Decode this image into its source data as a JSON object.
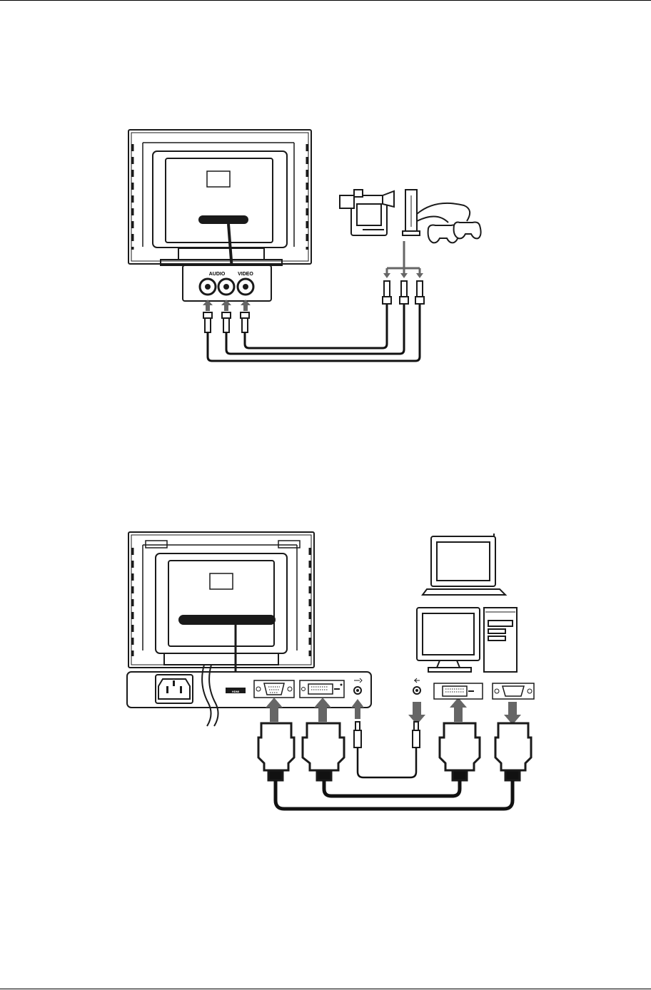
{
  "figure_top": {
    "panel_labels": {
      "audio": "AUDIO",
      "video": "VIDEO"
    }
  },
  "figure_bottom": {
    "hdmi_label": "HDMI"
  },
  "colors": {
    "ink": "#1a1a1a",
    "arrow": "#666666",
    "panel_fill": "#ffffff",
    "cable": "#111111"
  }
}
